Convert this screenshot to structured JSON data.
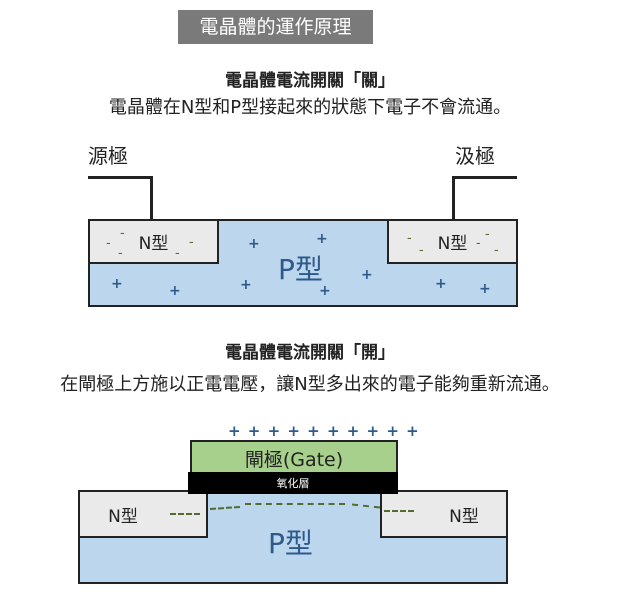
{
  "title": "電晶體的運作原理",
  "off": {
    "heading": "電晶體電流開關「關」",
    "description": "電晶體在N型和P型接起來的狀態下電子不會流通。",
    "source": "源極",
    "drain": "汲極",
    "n_left": "N型",
    "n_right": "N型",
    "p": "P型"
  },
  "on": {
    "heading": "電晶體電流開關「開」",
    "description": "在閘極上方施以正電電壓，讓N型多出來的電子能夠重新流通。",
    "gate": "閘極(Gate)",
    "oxide": "氧化層",
    "n_left": "N型",
    "n_right": "N型",
    "p": "P型",
    "gate_charges": "+ + + + + + + + + +"
  },
  "signs": {
    "plus": "+",
    "minus": "-"
  },
  "colors": {
    "p_region": "#bcd6ee",
    "n_region": "#eaeaea",
    "gate": "#a8d08d",
    "oxide": "#000000"
  }
}
